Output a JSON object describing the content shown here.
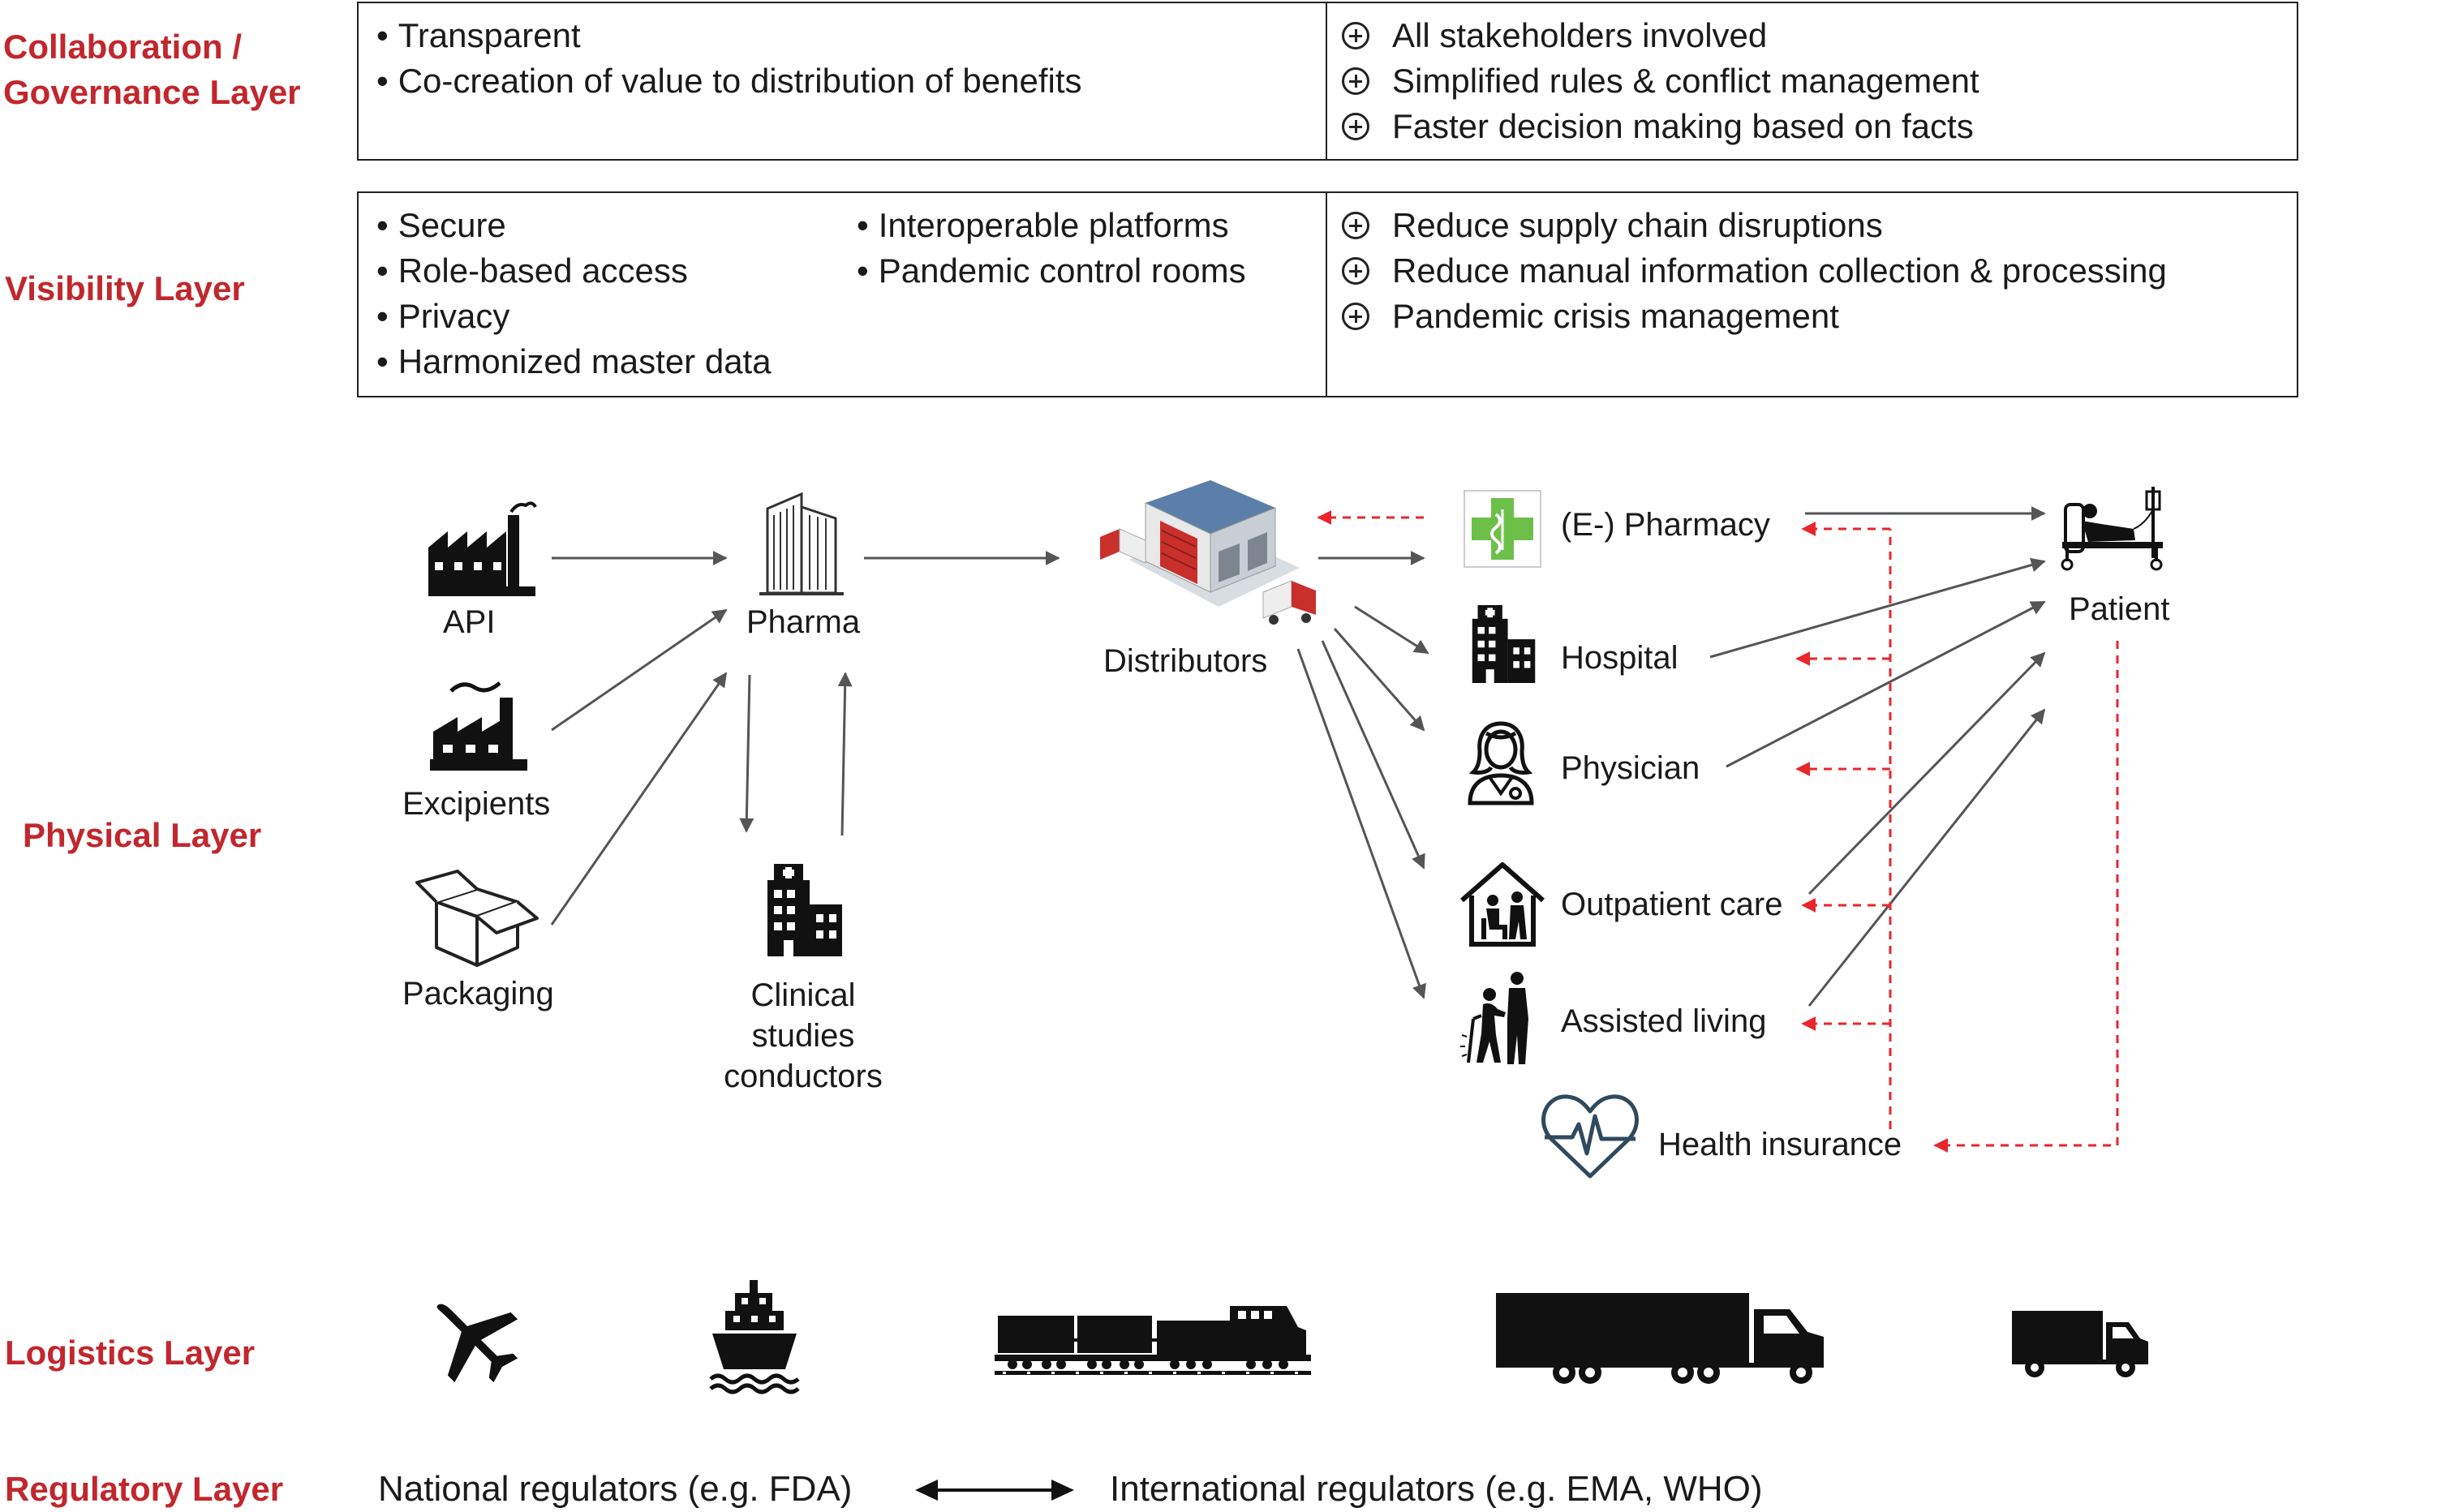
{
  "layers": {
    "collaboration": [
      "Collaboration /",
      "Governance Layer"
    ],
    "visibility": "Visibility Layer",
    "physical": "Physical Layer",
    "logistics": "Logistics Layer",
    "regulatory": "Regulatory Layer"
  },
  "collaboration_box": {
    "left": [
      "Transparent",
      "Co-creation of value to distribution of benefits"
    ],
    "right": [
      "All stakeholders involved",
      "Simplified rules & conflict management",
      "Faster decision making based on facts"
    ]
  },
  "visibility_box": {
    "left_col1": [
      "Secure",
      "Role-based access",
      "Privacy",
      "Harmonized master data"
    ],
    "left_col2": [
      "Interoperable platforms",
      "Pandemic control rooms"
    ],
    "right": [
      "Reduce supply chain disruptions",
      "Reduce manual information collection & processing",
      "Pandemic crisis management"
    ]
  },
  "physical_nodes": {
    "api": "API",
    "excipients": "Excipients",
    "packaging": "Packaging",
    "pharma": "Pharma",
    "clinical": [
      "Clinical",
      "studies",
      "conductors"
    ],
    "distributors": "Distributors",
    "pharmacy": "(E-) Pharmacy",
    "hospital": "Hospital",
    "physician": "Physician",
    "outpatient": "Outpatient care",
    "assisted": "Assisted living",
    "insurance": "Health insurance",
    "patient": "Patient"
  },
  "icons": {
    "api": "factory-icon",
    "excipients": "factory-icon",
    "packaging": "open-box-icon",
    "pharma": "office-building-icon",
    "clinical": "hospital-building-icon",
    "distributors": "warehouse-icon",
    "pharmacy": "pharmacy-cross-icon",
    "hospital": "hospital-building-icon",
    "physician": "physician-icon",
    "outpatient": "home-care-icon",
    "assisted": "elderly-care-icon",
    "insurance": "heart-pulse-icon",
    "patient": "patient-bed-icon",
    "logistics": [
      "airplane-icon",
      "ship-icon",
      "train-icon",
      "truck-icon",
      "van-icon"
    ]
  },
  "regulatory": {
    "national": "National regulators (e.g. FDA)",
    "international": "International regulators (e.g. EMA, WHO)"
  },
  "colors": {
    "label_red": "#c1272d",
    "dashed_red": "#e8262c",
    "arrow_gray": "#555555",
    "text": "#1a1a1a"
  }
}
